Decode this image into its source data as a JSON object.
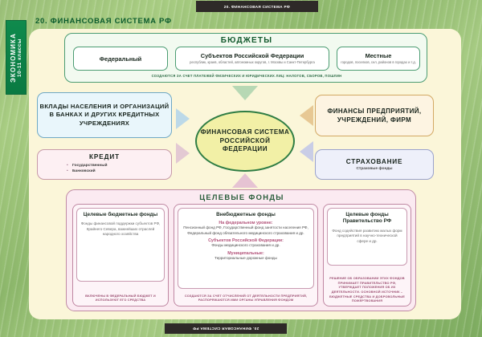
{
  "poster": {
    "fold_label": "20. ФИНАНСОВАЯ СИСТЕМА РФ",
    "main_title": "20. ФИНАНСОВАЯ СИСТЕМА РФ",
    "side_tab": {
      "subject": "ЭКОНОМИКА",
      "grades": "10-11 классы"
    }
  },
  "budgets": {
    "title": "БЮДЖЕТЫ",
    "cells": [
      {
        "head": "Федеральный",
        "sub": ""
      },
      {
        "head": "Субъектов Российской Федерации",
        "sub": "республик, краев, областей, автономных округов, г. Москвы и Санкт-Петербурга"
      },
      {
        "head": "Местные",
        "sub": "городов, поселков, сел, районов в городах и т.д."
      }
    ],
    "note": "СОЗДАЮТСЯ ЗА СЧЕТ ПЛАТЕЖЕЙ ФИЗИЧЕСКИХ И ЮРИДИЧЕСКИХ ЛИЦ: НАЛОГОВ, СБОРОВ, ПОШЛИН"
  },
  "centre": {
    "label": "ФИНАНСОВАЯ СИСТЕМА РОССИЙСКОЙ ФЕДЕРАЦИИ"
  },
  "left": {
    "deposits": "ВКЛАДЫ НАСЕЛЕНИЯ И ОРГАНИЗАЦИЙ В БАНКАХ И ДРУГИХ КРЕДИТНЫХ УЧРЕЖДЕНИЯХ",
    "credit_title": "КРЕДИТ",
    "credit_items": [
      "Государственный",
      "Банковский"
    ]
  },
  "right": {
    "enterprise": "ФИНАНСЫ ПРЕДПРИЯТИЙ, УЧРЕЖДЕНИЙ, ФИРМ",
    "insurance_title": "СТРАХОВАНИЕ",
    "insurance_sub": "Страховые фонды"
  },
  "target_funds": {
    "title": "ЦЕЛЕВЫЕ ФОНДЫ",
    "col1": {
      "head": "Целевые бюджетные фонды",
      "body": "Фонды финансовой поддержки субъектов РФ, Крайнего Севера, важнейших отраслей народного хозяйства",
      "foot": "ВКЛЮЧЕНЫ В ФЕДЕРАЛЬНЫЙ БЮДЖЕТ И ИСПОЛЬЗУЮТ ЕГО СРЕДСТВА"
    },
    "col2": {
      "head": "Внебюджетные фонды",
      "level1_label": "На федеральном уровне:",
      "level1_text": "Пенсионный фонд РФ, Государственный фонд занятости населения РФ, Федеральный фонд обязательного медицинского страхования и др.",
      "level2_label": "Субъектов Российской Федерации:",
      "level2_text": "Фонды медицинского страхования и др.",
      "level3_label": "Муниципальные:",
      "level3_text": "Территориальные дорожные фонды",
      "foot": "СОЗДАЮТСЯ ЗА СЧЕТ ОТЧИСЛЕНИЙ ОТ ДЕЯТЕЛЬНОСТИ ПРЕДПРИЯТИЙ, РАСПОРЯЖАЮТСЯ ИМИ ОРГАНЫ УПРАВЛЕНИЯ ФОНДОМ"
    },
    "col3": {
      "head": "Целевые фонды Правительство РФ",
      "body": "Фонд содействия развитию малых форм предприятий в научно-технической сфере и др.",
      "foot": "РЕШЕНИЕ ОБ ОБРАЗОВАНИИ ЭТИХ ФОНДОВ ПРИНИМАЕТ ПРАВИТЕЛЬСТВО РФ, УТВЕРЖДАЕТ ПОЛОЖЕНИЯ ОБ ИХ ДЕЯТЕЛЬНОСТИ. ОСНОВНОЙ ИСТОЧНИК – БЮДЖЕТНЫЕ СРЕДСТВА И ДОБРОВОЛЬНЫЕ ПОЖЕРТВОВАНИЯ"
    }
  },
  "colors": {
    "green_accent": "#0f8a4d",
    "page_cream": "#fbf6d9",
    "centre_fill": "#f2f0a6",
    "pink_block": "#fbeaf1"
  }
}
